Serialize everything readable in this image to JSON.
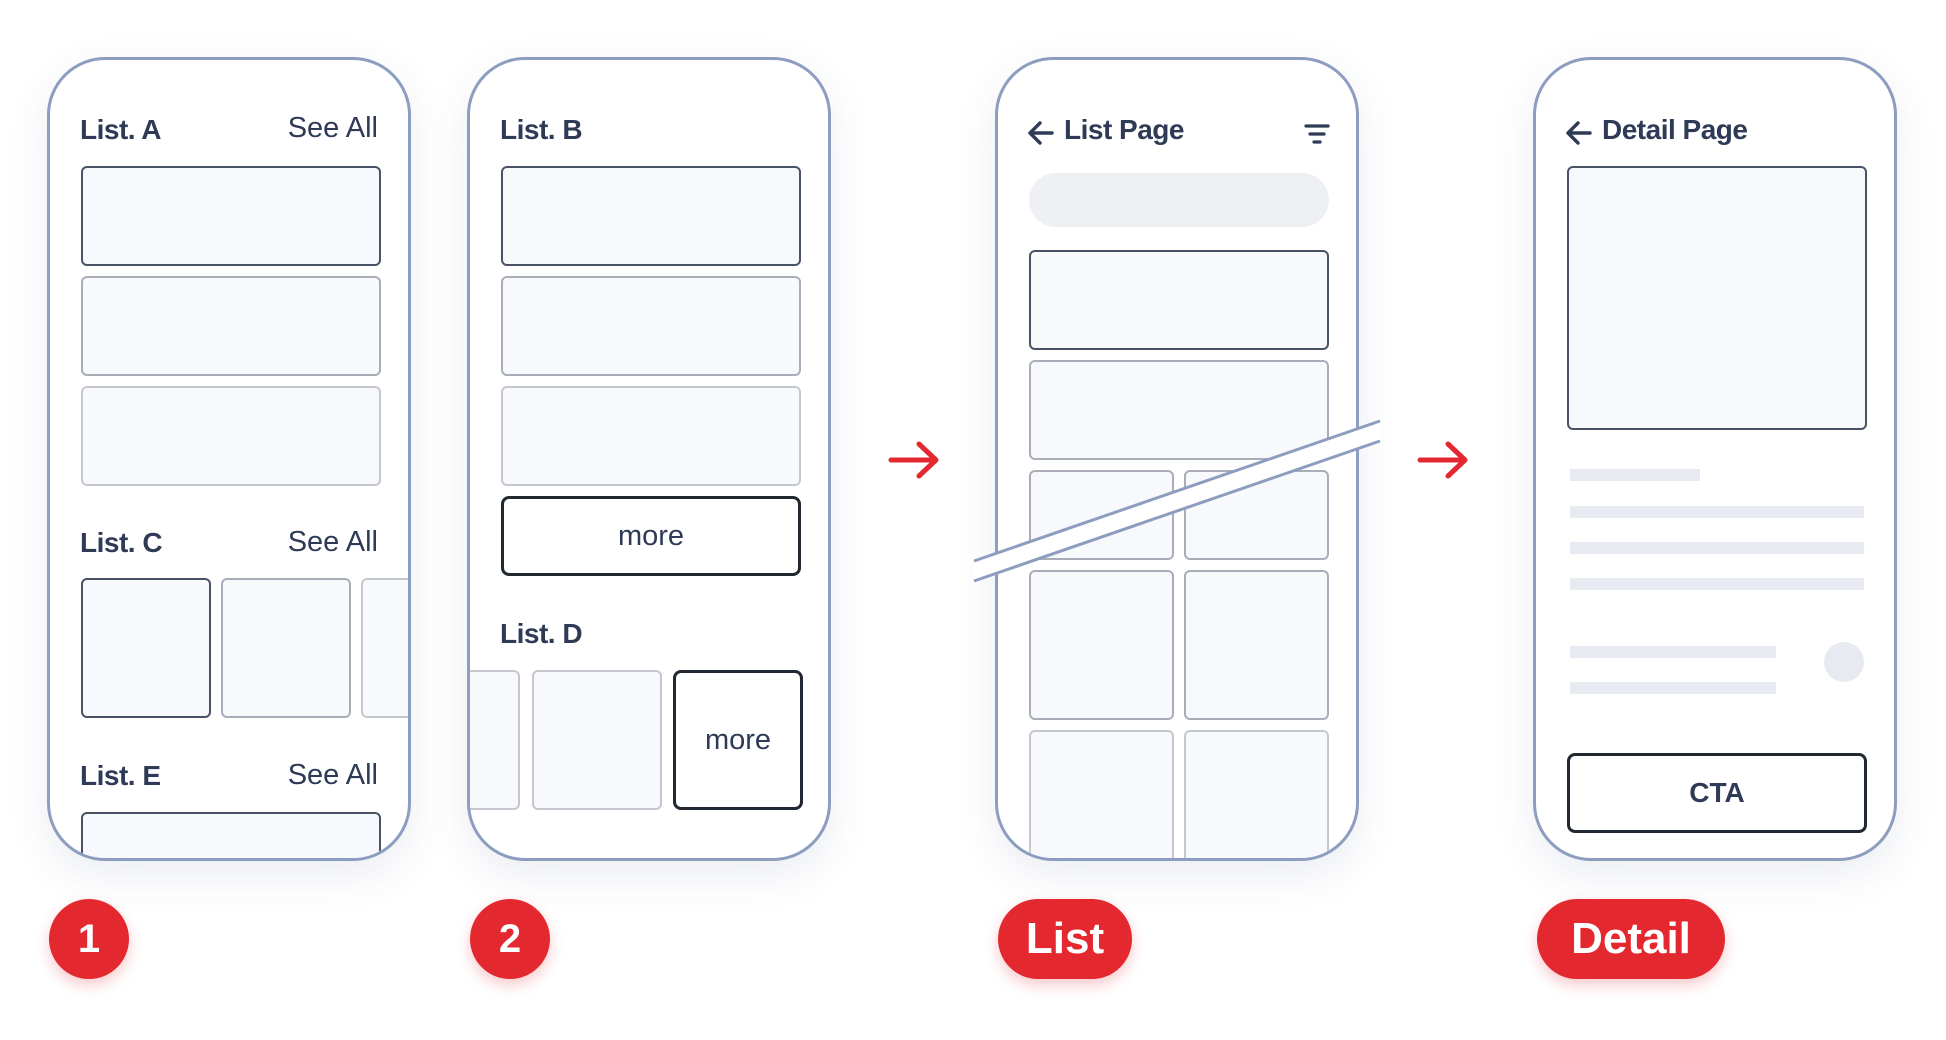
{
  "screen1": {
    "list_a": "List. A",
    "list_c": "List. C",
    "list_e": "List. E",
    "see_all": "See All"
  },
  "screen2": {
    "list_b": "List. B",
    "list_d": "List. D",
    "more": "more"
  },
  "list_page": {
    "title": "List Page",
    "back_icon": "arrow-left-icon",
    "filter_icon": "filter-icon"
  },
  "detail_page": {
    "title": "Detail Page",
    "back_icon": "arrow-left-icon",
    "cta": "CTA"
  },
  "badges": {
    "b1": "1",
    "b2": "2",
    "list": "List",
    "detail": "Detail"
  },
  "colors": {
    "phone_border": "#8d9dbf",
    "accent": "#e3282f",
    "text": "#2e3a56",
    "skeleton": "#e8eaf1"
  }
}
